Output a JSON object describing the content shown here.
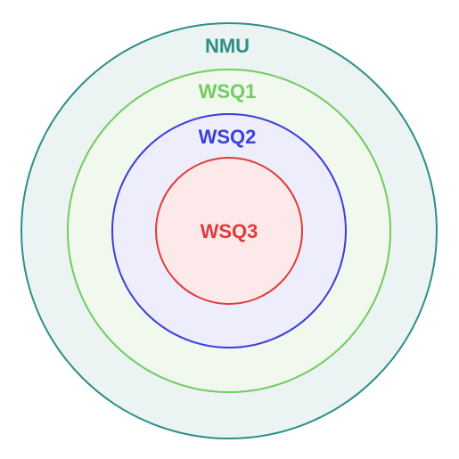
{
  "diagram": {
    "rings": [
      {
        "key": "nmu",
        "label": "NMU",
        "stroke": "#2e8f86",
        "fill": "#ebf3f3"
      },
      {
        "key": "wsq1",
        "label": "WSQ1",
        "stroke": "#72cc5f",
        "fill": "#f1f8ee"
      },
      {
        "key": "wsq2",
        "label": "WSQ2",
        "stroke": "#3c3fd8",
        "fill": "#ededfb"
      },
      {
        "key": "wsq3",
        "label": "WSQ3",
        "stroke": "#e03a3a",
        "fill": "#fde9e9"
      }
    ]
  }
}
